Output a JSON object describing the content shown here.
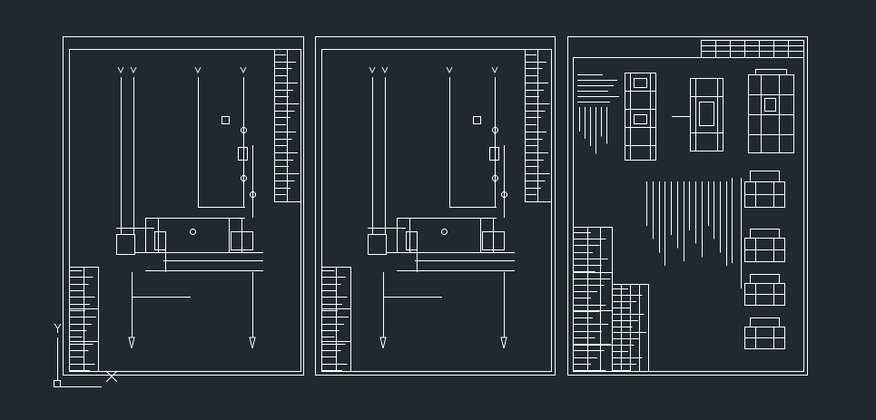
{
  "app": {
    "background_color": "#212830",
    "line_color": "#ffffff"
  },
  "ucs_icon": {
    "x_axis_label": "X",
    "y_axis_label": "Y"
  },
  "sheets": [
    {
      "id": "sheet-1",
      "kind": "single-line-diagram"
    },
    {
      "id": "sheet-2",
      "kind": "single-line-diagram"
    },
    {
      "id": "sheet-3",
      "kind": "notes-and-details"
    }
  ]
}
